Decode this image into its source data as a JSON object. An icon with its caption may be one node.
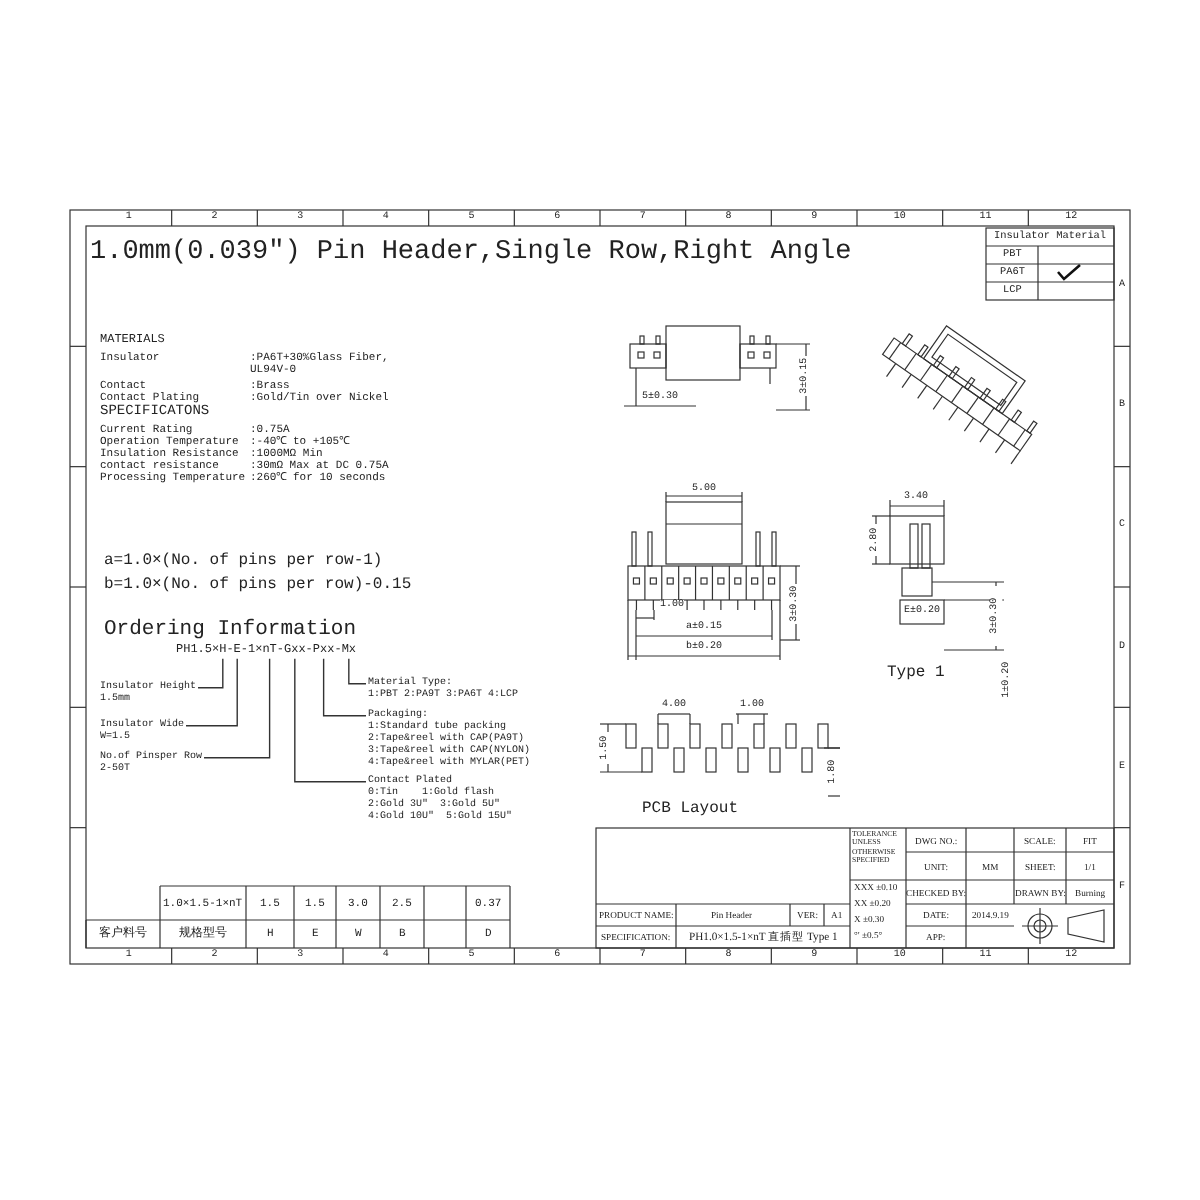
{
  "diagram": {
    "title": "1.0mm(0.039″) Pin Header,Single Row,Right Angle",
    "nodes": [
      {
        "text": [
          "PH1.5×H-E-1×nT-Gxx-Pxx-Mx"
        ]
      },
      {
        "text": [
          "Insulator Height",
          "1.5mm"
        ]
      },
      {
        "text": [
          "Insulator Wide",
          "W=1.5"
        ]
      },
      {
        "text": [
          "No.of Pinsper Row",
          "2-50T"
        ]
      },
      {
        "text": [
          "Material Type:",
          "1:PBT 2:PA9T 3:PA6T 4:LCP"
        ]
      },
      {
        "text": [
          "Packaging:",
          "1:Standard tube packing",
          "2:Tape&reel with CAP(PA9T)",
          "3:Tape&reel with CAP(NYLON)",
          "4:Tape&reel with MYLAR(PET)"
        ]
      },
      {
        "text": [
          "Contact Plated",
          "0:Tin    1:Gold flash",
          "2:Gold 3U″  3:Gold 5U″",
          "4:Gold 10U″  5:Gold 15U″"
        ]
      }
    ],
    "edges": [
      {
        "from": 1,
        "to": 0,
        "arrow": "none"
      },
      {
        "from": 2,
        "to": 0,
        "arrow": "none"
      },
      {
        "from": 3,
        "to": 0,
        "arrow": "none"
      },
      {
        "from": 4,
        "to": 0,
        "arrow": "none"
      },
      {
        "from": 5,
        "to": 0,
        "arrow": "none"
      },
      {
        "from": 6,
        "to": 0,
        "arrow": "none"
      }
    ],
    "labels": [
      "MATERIALS",
      "Insulator",
      ":PA6T+30%Glass Fiber, UL94V-0",
      "Contact",
      ":Brass",
      "Contact Plating",
      ":Gold/Tin over Nickel",
      "SPECIFICATONS",
      "Current Rating",
      ":0.75A",
      "Operation Temperature",
      ":-40℃ to +105℃",
      "Insulation Resistance",
      ":1000MΩ Min",
      "contact resistance",
      ":30mΩ Max at DC 0.75A",
      "Processing Temperature",
      ":260℃ for 10 seconds",
      "a=1.0×(No. of pins per row-1)",
      "b=1.0×(No. of pins per row)-0.15",
      "Ordering Information",
      "Insulator Material",
      "PBT",
      "PA6T",
      "LCP",
      "5±0.30",
      "3±0.15",
      "5.00",
      "1.00",
      "a±0.15",
      "b±0.20",
      "3±0.30",
      "3.40",
      "2.80",
      "E±0.20",
      "3±0.30",
      "1±0.20",
      "Type 1",
      "4.00",
      "1.00",
      "1.50",
      "1.80",
      "PCB Layout",
      "1.0×1.5-1×nT",
      "1.5",
      "1.5",
      "3.0",
      "2.5",
      "0.37",
      "客户料号",
      "规格型号",
      "H",
      "E",
      "W",
      "B",
      "D",
      "TOLERANCE UNLESS OTHERWISE SPECIFIED",
      "DWG NO.:",
      "SCALE:",
      "FIT",
      "UNIT:",
      "MM",
      "SHEET:",
      "1/1",
      "CHECKED BY:",
      "DRAWN BY:",
      "Burning",
      "PRODUCT NAME:",
      "Pin Header",
      "VER:",
      "A1",
      "XXX ±0.10",
      "XX ±0.20",
      "X ±0.30",
      "°′ ±0.5°",
      "DATE:",
      "2014.9.19",
      "SPECIFICATION:",
      "PH1.0×1.5-1×nT 直插型 Type 1",
      "APP:",
      "1",
      "2",
      "3",
      "4",
      "5",
      "6",
      "7",
      "8",
      "9",
      "10",
      "11",
      "12",
      "1",
      "2",
      "3",
      "4",
      "5",
      "6",
      "7",
      "8",
      "9",
      "10",
      "11",
      "12",
      "A",
      "B",
      "C",
      "D",
      "E",
      "F"
    ]
  }
}
